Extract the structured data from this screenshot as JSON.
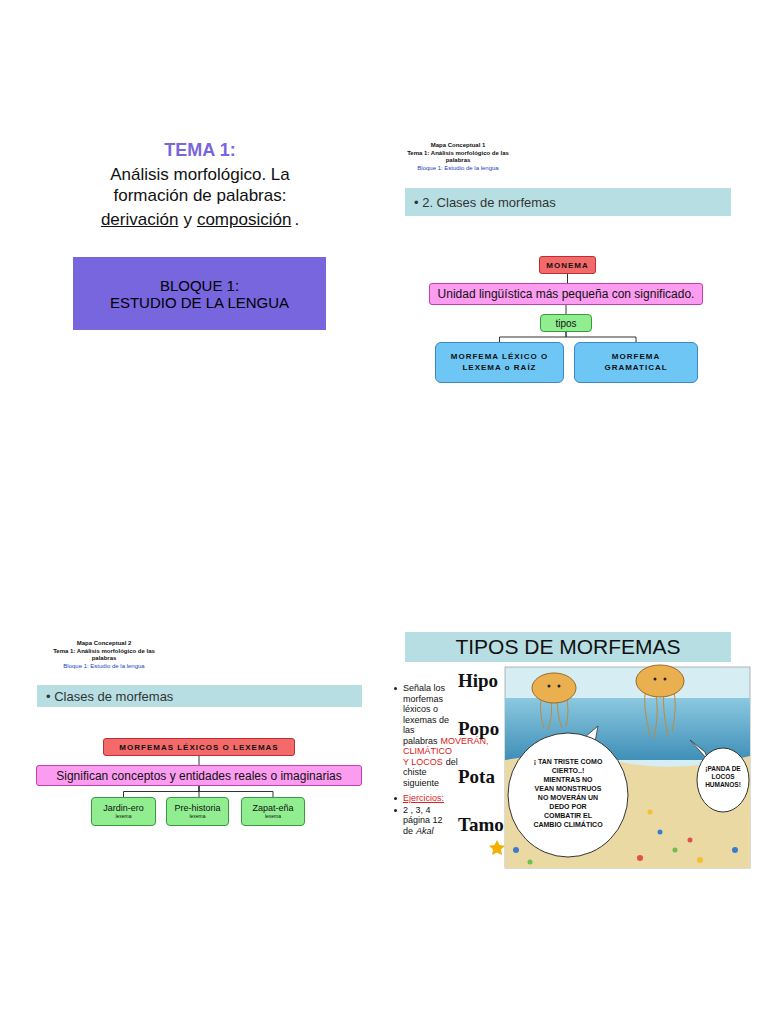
{
  "diagram": {
    "nodes": [
      {
        "text": [
          "BLOQUE 1:",
          "ESTUDIO DE LA LENGUA"
        ]
      },
      {
        "text": [
          "• 2. Clases de morfemas"
        ]
      },
      {
        "text": [
          "MONEMA"
        ]
      },
      {
        "text": [
          "Unidad lingüística más pequeña con significado."
        ]
      },
      {
        "text": [
          "tipos"
        ]
      },
      {
        "text": [
          "MORFEMA LÉXICO O LEXEMA o RAÍZ"
        ]
      },
      {
        "text": [
          "MORFEMA GRAMATICAL"
        ]
      },
      {
        "text": [
          "• Clases de morfemas"
        ]
      },
      {
        "text": [
          "MORFEMAS LÉXICOS O LEXEMAS"
        ]
      },
      {
        "text": [
          "Significan conceptos y entidades reales o imaginarias"
        ]
      },
      {
        "text": [
          "Jardin-ero",
          "lexema"
        ]
      },
      {
        "text": [
          "Pre-historia",
          "lexema"
        ]
      },
      {
        "text": [
          "Zapat-eña",
          "lexema"
        ]
      },
      {
        "text": [
          "TIPOS DE MORFEMAS"
        ]
      }
    ],
    "edges": [
      {
        "from": 2,
        "to": 3,
        "arrow": "none"
      },
      {
        "from": 3,
        "to": 4,
        "arrow": "none"
      },
      {
        "from": 4,
        "to": 5,
        "arrow": "none"
      },
      {
        "from": 4,
        "to": 6,
        "arrow": "none"
      },
      {
        "from": 8,
        "to": 9,
        "arrow": "none"
      },
      {
        "from": 9,
        "to": 10,
        "arrow": "none"
      },
      {
        "from": 9,
        "to": 11,
        "arrow": "none"
      },
      {
        "from": 9,
        "to": 12,
        "arrow": "none"
      }
    ],
    "labels": [
      "TEMA 1:",
      "Análisis morfológico. La formación de palabras:",
      "derivación",
      "y",
      "composición",
      ".",
      "Mapa Conceptual 1",
      "Tema 1: Análisis morfológico de las palabras",
      "Bloque 1: Estudio de la lengua",
      "Mapa Conceptual 2",
      "Tema 1: Análisis morfológico de las palabras",
      "Bloque 1: Estudio de la lengua",
      "Señala los morfemas léxicos o lexemas de las palabras",
      "MOVERÁN, CLIMÁTICO Y LOCOS",
      "del chiste siguiente",
      "Ejercicios:",
      "2 , 3, 4 página 12 de",
      "Akal",
      "Hipo",
      "Popo",
      "Pota",
      "Tamo",
      "¡ TAN TRISTE COMO CIERTO..! MIENTRAS NO VEAN MONSTRUOS NO MOVERÁN UN DEDO POR COMBATIR EL CAMBIO CLIMÁTICO",
      "¡PANDA DE LOCOS HUMANOS!"
    ]
  }
}
